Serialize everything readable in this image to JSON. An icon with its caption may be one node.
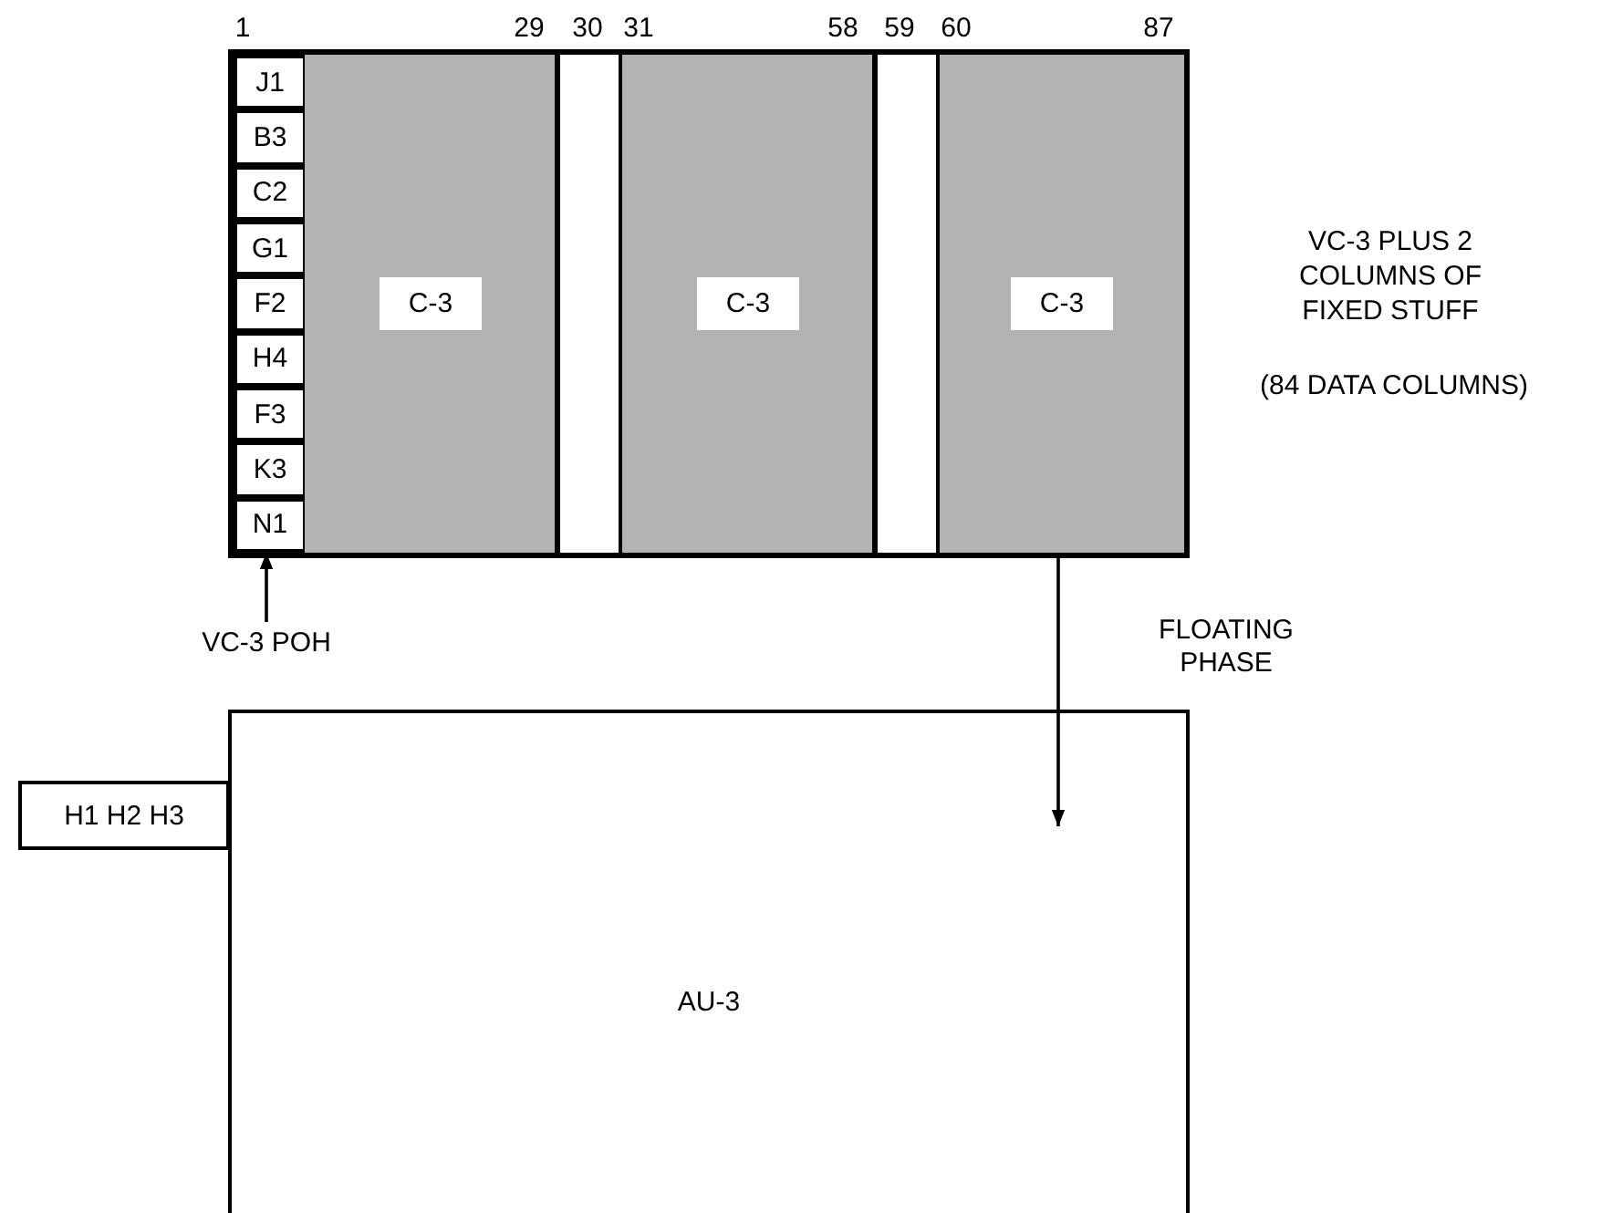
{
  "diagram": {
    "nodes": [
      {
        "text": [],
        "shape": "box",
        "beside": [
          "VC-3 PLUS 2 COLUMNS OF FIXED STUFF",
          "(84 DATA COLUMNS)"
        ]
      },
      {
        "text": [
          "J1"
        ],
        "in": 0
      },
      {
        "text": [
          "B3"
        ],
        "in": 0
      },
      {
        "text": [
          "C2"
        ],
        "in": 0
      },
      {
        "text": [
          "G1"
        ],
        "in": 0
      },
      {
        "text": [
          "F2"
        ],
        "in": 0
      },
      {
        "text": [
          "H4"
        ],
        "in": 0
      },
      {
        "text": [
          "F3"
        ],
        "in": 0
      },
      {
        "text": [
          "K3"
        ],
        "in": 0
      },
      {
        "text": [
          "N1"
        ],
        "in": 0
      },
      {
        "text": [
          "C-3"
        ],
        "in": 0
      },
      {
        "text": [],
        "shape": "bar",
        "in": 0
      },
      {
        "text": [
          "C-3"
        ],
        "in": 0
      },
      {
        "text": [],
        "shape": "bar",
        "in": 0
      },
      {
        "text": [
          "C-3"
        ],
        "in": 0
      },
      {
        "text": [
          "VC-3 POH"
        ]
      },
      {
        "text": [
          "AU-3"
        ]
      },
      {
        "text": [
          "H1 H2 H3"
        ]
      }
    ],
    "edges": [
      {
        "from": 15,
        "to": 9,
        "arrow": "to"
      },
      {
        "from": 14,
        "to": 16,
        "arrow": "to",
        "label": "FLOATING PHASE"
      }
    ],
    "labels": [
      "1",
      "29",
      "30",
      "31",
      "58",
      "59",
      "60",
      "87"
    ]
  }
}
